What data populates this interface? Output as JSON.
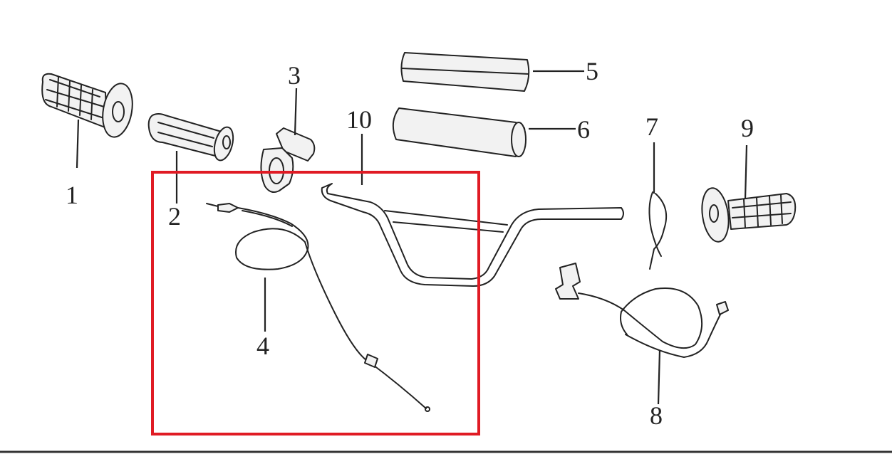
{
  "callouts": {
    "c1": "1",
    "c2": "2",
    "c3": "3",
    "c4": "4",
    "c5": "5",
    "c6": "6",
    "c7": "7",
    "c8": "8",
    "c9": "9",
    "c10": "10"
  },
  "colors": {
    "highlight": "#e01b24",
    "line": "#222222",
    "part_fill": "#f2f2f2"
  }
}
